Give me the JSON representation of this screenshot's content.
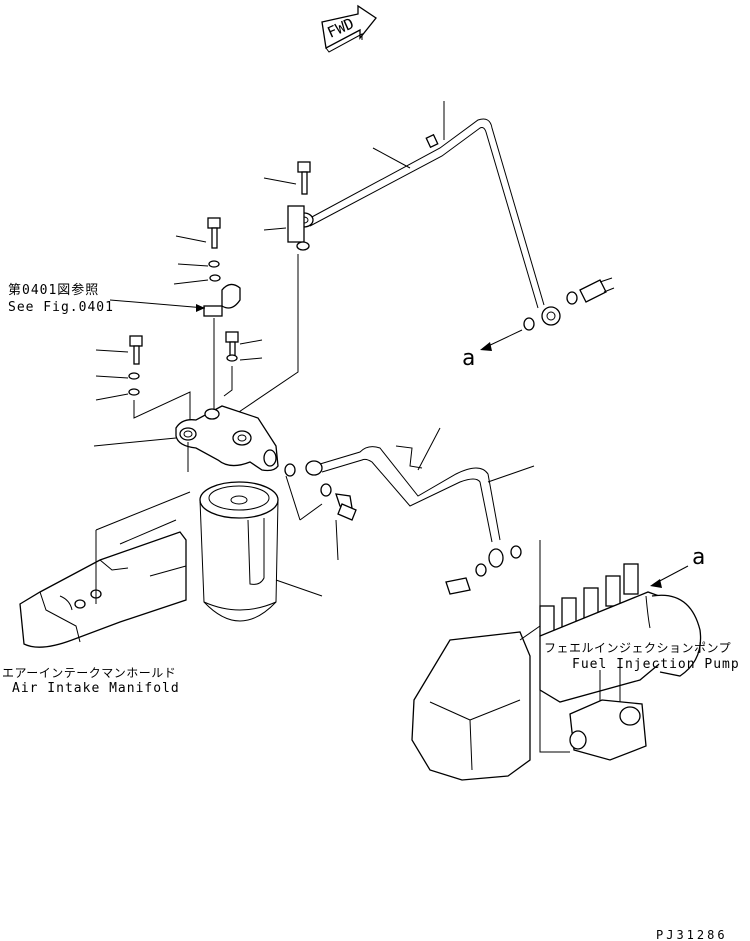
{
  "diagram": {
    "direction_marker": "FWD",
    "callouts": {
      "see_fig_jp": "第0401図参照",
      "see_fig_en": "See Fig.0401",
      "ref_a_1": "a",
      "ref_a_2": "a"
    },
    "components": {
      "manifold_jp": "エアーインテークマンホールド",
      "manifold_en": "Air Intake Manifold",
      "pump_jp": "フェエルインジェクションポンプ",
      "pump_en": "Fuel Injection Pump"
    },
    "drawing_code": "PJ31286"
  }
}
